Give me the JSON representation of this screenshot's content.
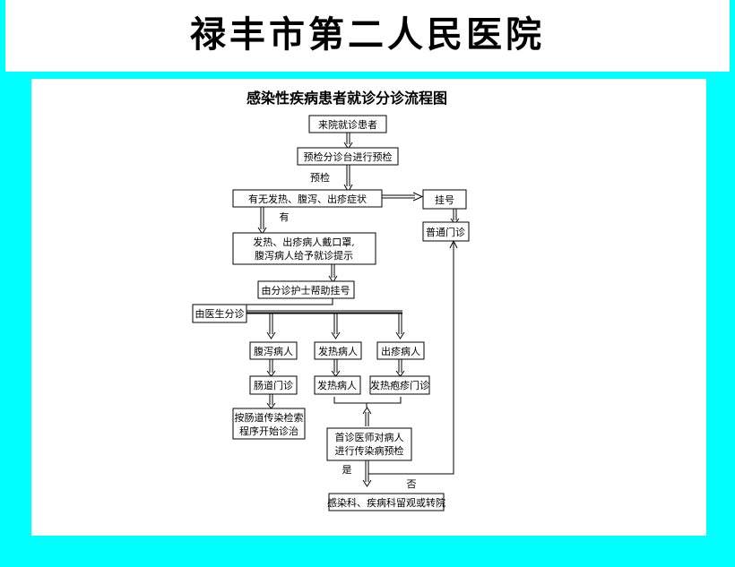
{
  "hospital_name": "禄丰市第二人民医院",
  "flow": {
    "title": "感染性疾病患者就诊分诊流程图",
    "arrive": "来院就诊患者",
    "precheck_desk": "预检分诊台进行预检",
    "precheck_label": "预检",
    "symptoms": "有无发热、腹泻、出疹症状",
    "yes_label": "有",
    "register": "挂号",
    "general_clinic": "普通门诊",
    "mask_line1": "发热、出疹病人戴口罩,",
    "mask_line2": "腹泻病人给予就诊提示",
    "nurse_register": "由分诊护士帮助挂号",
    "doctor_triage": "由医生分诊",
    "diarrhea_patient": "腹泻病人",
    "fever_patient_1": "发热病人",
    "rash_patient": "出疹病人",
    "intestinal_clinic": "肠道门诊",
    "fever_patient_2": "发热病人",
    "fever_rash_clinic": "发热疱疹门诊",
    "intestinal_proc_line1": "按肠道传染检索",
    "intestinal_proc_line2": "程序开始诊治",
    "first_doctor_line1": "首诊医师对病人",
    "first_doctor_line2": "进行传染病预检",
    "yes_branch": "是",
    "no_branch": "否",
    "final": "感染科、疾病科留观或转院"
  }
}
